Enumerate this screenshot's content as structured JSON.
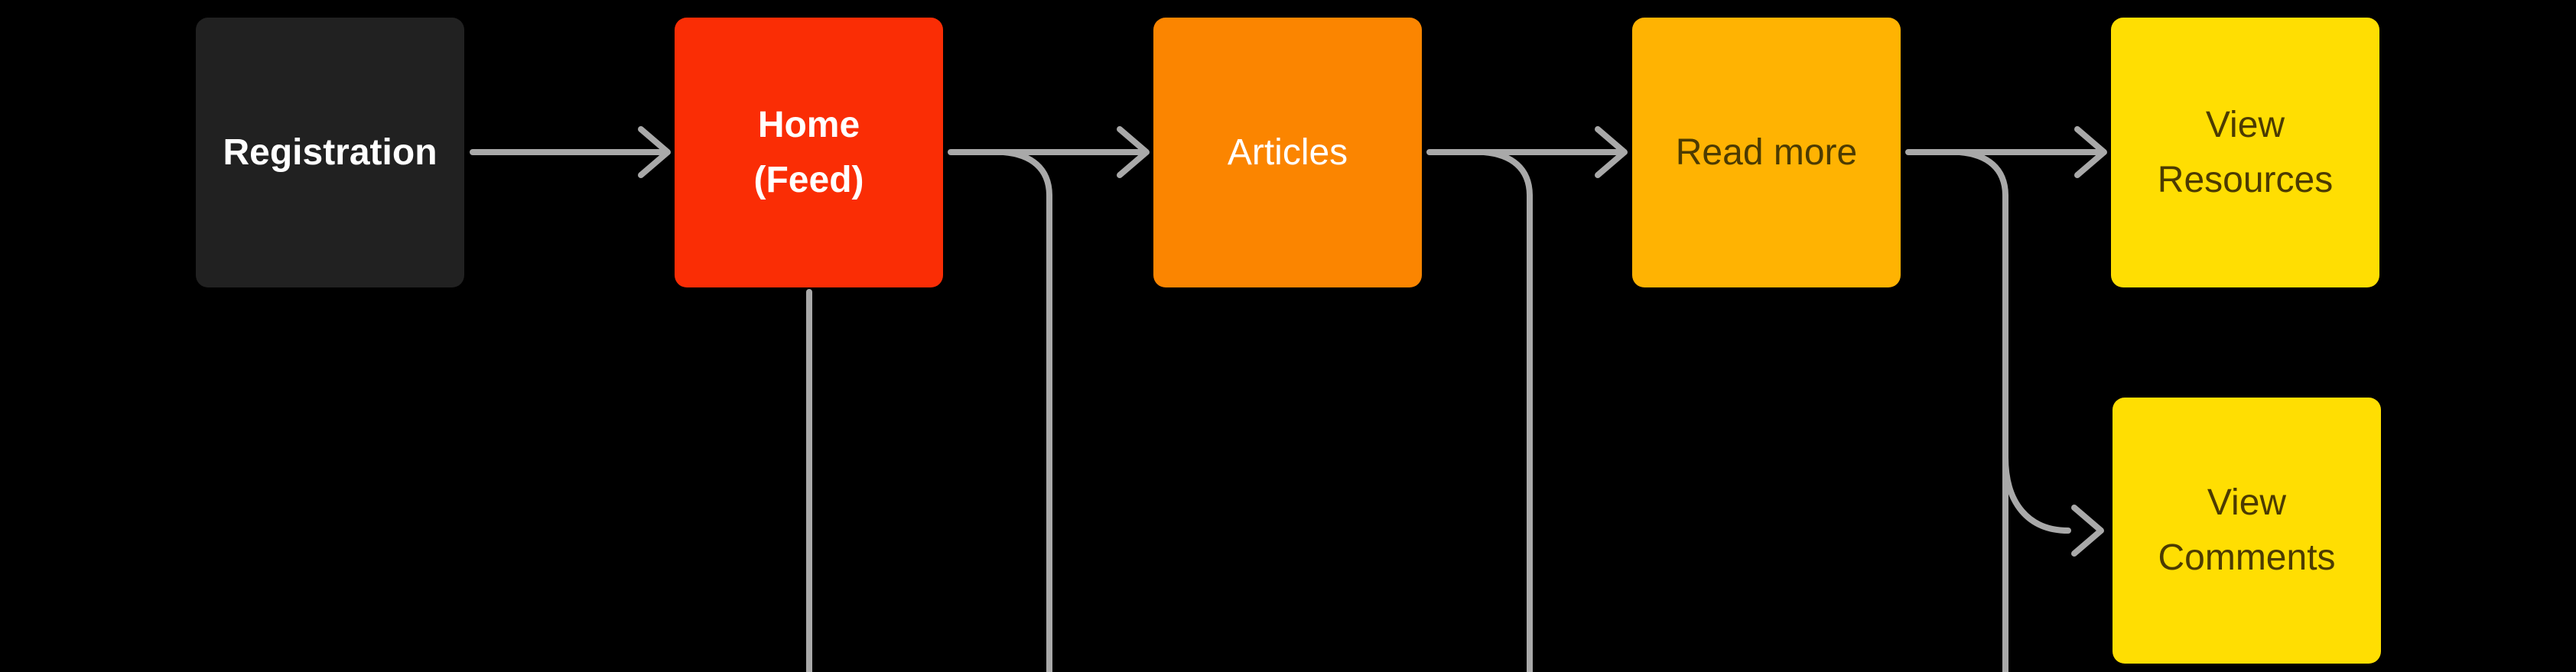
{
  "canvas": {
    "background_color": "#000000",
    "connector_color": "#A9A9A9"
  },
  "nodes": [
    {
      "id": "registration",
      "label": "Registration",
      "lines": [
        "Registration"
      ],
      "fill": "#212121",
      "text_color": "#FFFFFF",
      "bold": true
    },
    {
      "id": "home-feed",
      "label": "Home (Feed)",
      "lines": [
        "Home",
        "(Feed)"
      ],
      "fill": "#FA2D05",
      "text_color": "#FFFFFF",
      "bold": true
    },
    {
      "id": "articles",
      "label": "Articles",
      "lines": [
        "Articles"
      ],
      "fill": "#FB8500",
      "text_color": "#FFFFFF",
      "bold": false
    },
    {
      "id": "read-more",
      "label": "Read more",
      "lines": [
        "Read more"
      ],
      "fill": "#FFB302",
      "text_color": "#4C3B02",
      "bold": false
    },
    {
      "id": "view-resources",
      "label": "View Resources",
      "lines": [
        "View",
        "Resources"
      ],
      "fill": "#FFDE02",
      "text_color": "#4C3B02",
      "bold": false
    },
    {
      "id": "view-comments",
      "label": "View Comments",
      "lines": [
        "View",
        "Comments"
      ],
      "fill": "#FFDE02",
      "text_color": "#4C3B02",
      "bold": false
    }
  ],
  "connectors": [
    {
      "id": "registration-to-home",
      "from": "registration",
      "to": "home-feed",
      "arrow": true
    },
    {
      "id": "home-to-articles",
      "from": "home-feed",
      "to": "articles",
      "arrow": true
    },
    {
      "id": "home-bottom-offscreen",
      "from": "home-feed",
      "to": "offscreen-bottom",
      "arrow": false
    },
    {
      "id": "home-articles-branch-down",
      "from": "home-feed",
      "to": "offscreen-bottom",
      "arrow": false
    },
    {
      "id": "articles-to-read-more",
      "from": "articles",
      "to": "read-more",
      "arrow": true
    },
    {
      "id": "articles-branch-down",
      "from": "articles",
      "to": "offscreen-bottom",
      "arrow": false
    },
    {
      "id": "read-more-to-view-resources",
      "from": "read-more",
      "to": "view-resources",
      "arrow": true
    },
    {
      "id": "read-more-to-view-comments",
      "from": "read-more",
      "to": "view-comments",
      "arrow": true
    },
    {
      "id": "read-more-branch-down",
      "from": "read-more",
      "to": "offscreen-bottom",
      "arrow": false
    }
  ]
}
